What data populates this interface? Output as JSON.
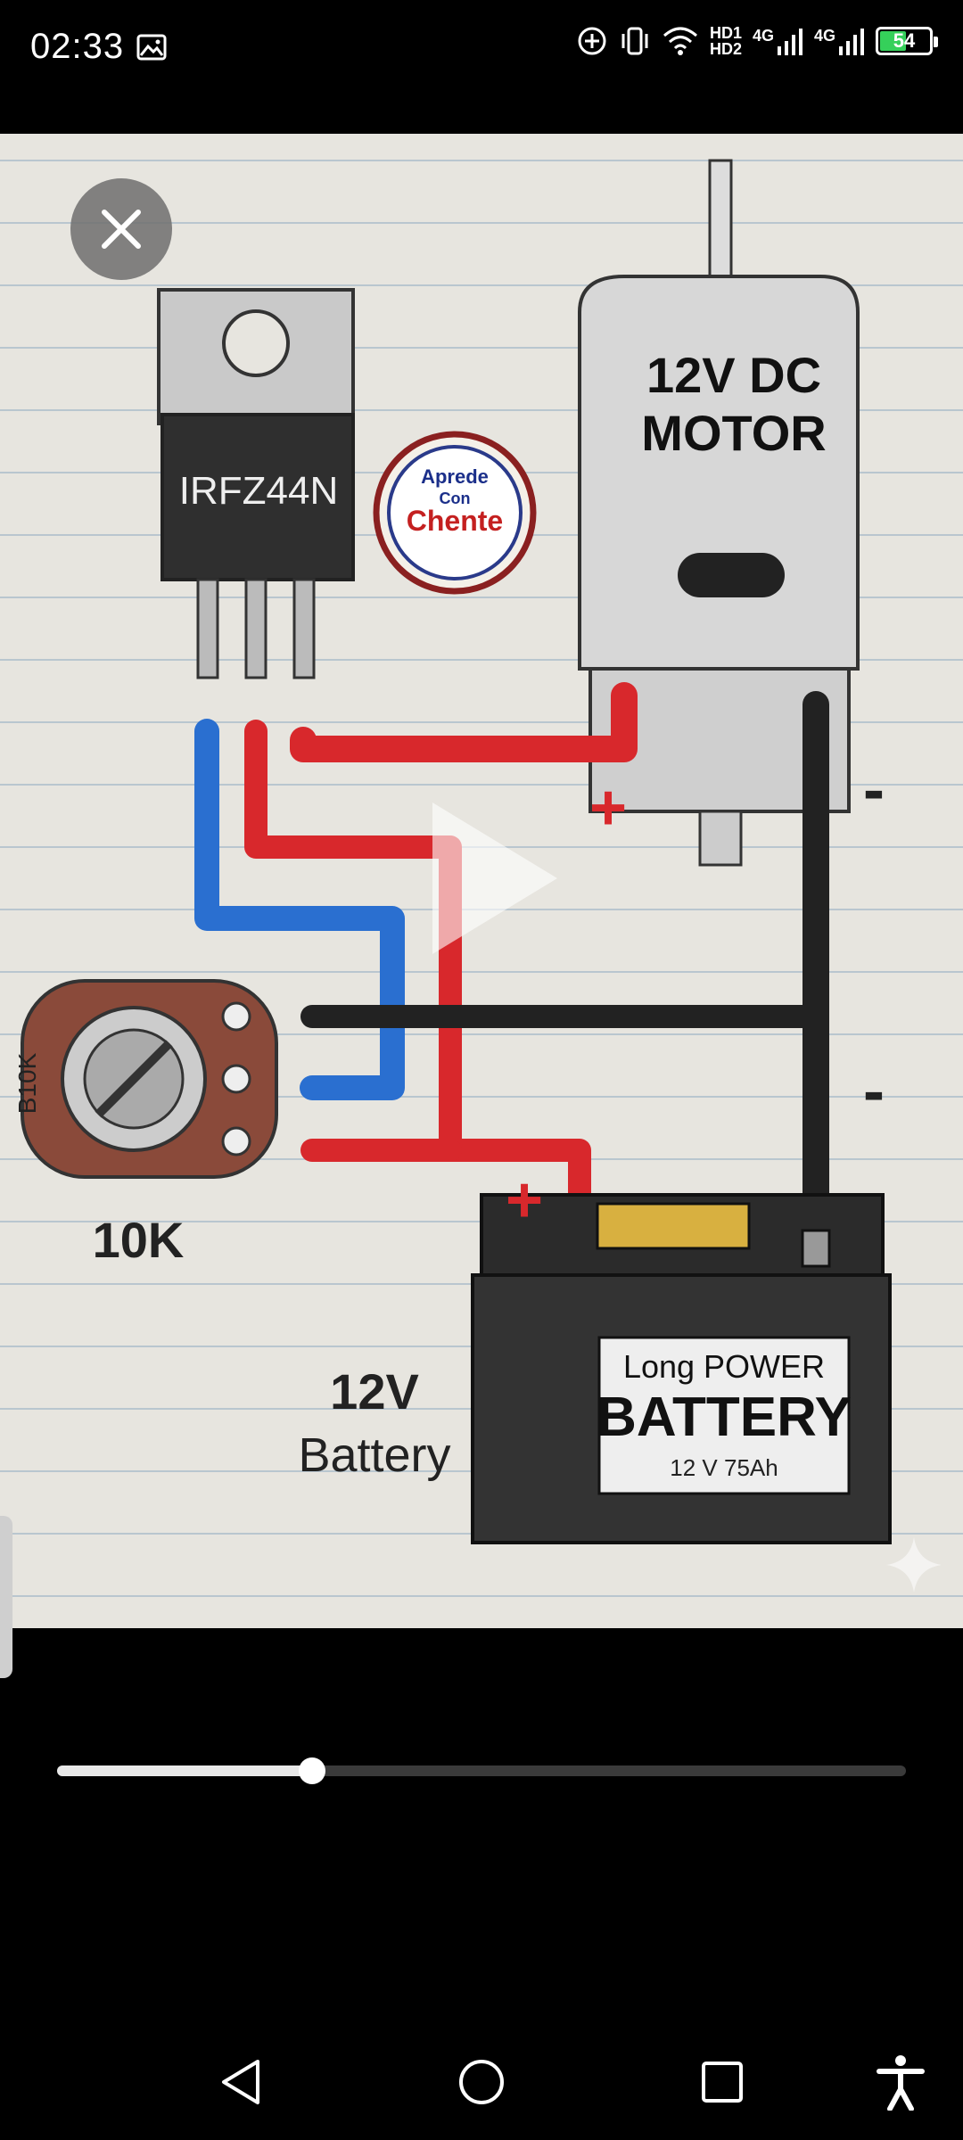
{
  "status_bar": {
    "time": "02:33",
    "hd_top": "HD1",
    "hd_bottom": "HD2",
    "net1": "4G",
    "net2": "4G",
    "battery_level": "54"
  },
  "video": {
    "labels": {
      "mosfet": "IRFZ44N",
      "motor_line1": "12V DC",
      "motor_line2": "MOTOR",
      "pot_value": "10K",
      "pot_marking": "B10K",
      "battery_voltage": "12V",
      "battery_word": "Battery",
      "battery_brand_line1": "Long POWER",
      "battery_brand_line2": "BATTERY",
      "battery_rating": "12 V 75Ah",
      "logo_line1": "Aprede",
      "logo_line2": "Con",
      "logo_line3": "Chente",
      "plus": "+",
      "minus": "-"
    }
  },
  "playback": {
    "progress": 0.3
  },
  "colors": {
    "battery_fill": "#35d05a",
    "wire_red": "#d8282c",
    "wire_blue": "#2a6fd0",
    "wire_black": "#222222",
    "paper": "#e7e5df"
  },
  "icons": {
    "close": "close-icon",
    "play": "play-icon",
    "back": "nav-back-icon",
    "home": "nav-home-icon",
    "recents": "nav-recents-icon",
    "accessibility": "accessibility-icon"
  }
}
